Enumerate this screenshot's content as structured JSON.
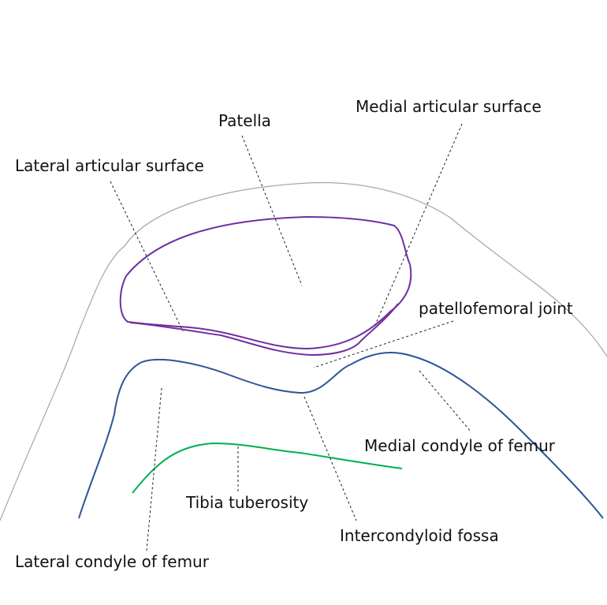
{
  "labels": {
    "patella": "Patella",
    "medial_articular_surface": "Medial articular surface",
    "lateral_articular_surface": "Lateral articular surface",
    "patellofemoral_joint": "patellofemoral joint",
    "medial_condyle_of_femur": "Medial condyle of femur",
    "tibia_tuberosity": "Tibia tuberosity",
    "intercondyloid_fossa": "Intercondyloid fossa",
    "lateral_condyle_of_femur": "Lateral condyle of femur"
  },
  "colors": {
    "skin_outline": "#a6a6a6",
    "patella": "#7030a0",
    "femur": "#2f5597",
    "tibia": "#00b050",
    "text": "#111111"
  }
}
